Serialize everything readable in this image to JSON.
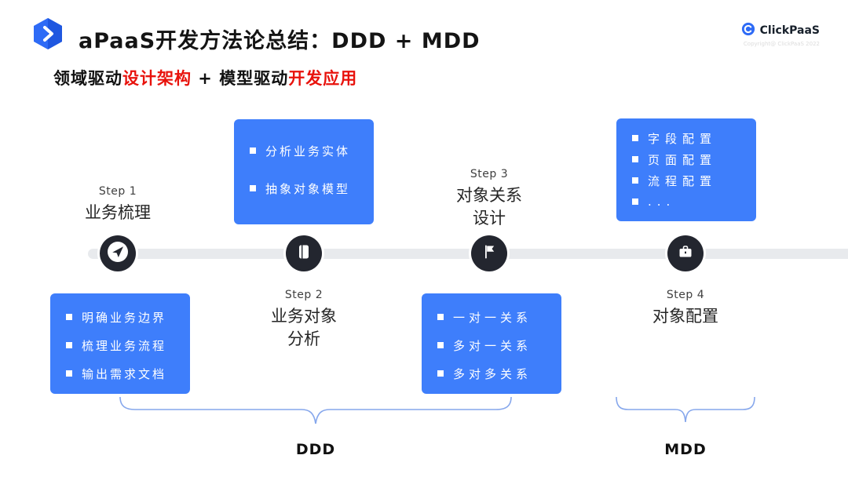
{
  "colors": {
    "accent_blue": "#3E7EFB",
    "accent_red": "#E8120C",
    "node_dark": "#23262F",
    "timeline_gray": "#E8EAED",
    "brace_blue": "#86A7EC"
  },
  "header": {
    "title": "aPaaS开发方法论总结：DDD + MDD",
    "brand": {
      "name": "ClickPaaS",
      "copyright": "Copyright@ ClickPaaS 2022"
    }
  },
  "subtitle": {
    "parts": [
      {
        "text": "领域驱动"
      },
      {
        "text": "设计架构"
      },
      {
        "text": " + 模型驱动"
      },
      {
        "text": "开发应用"
      }
    ]
  },
  "steps": [
    {
      "label": "Step 1",
      "title_lines": [
        "业务梳理"
      ],
      "icon": "paper-plane-icon",
      "callout": {
        "position": "below",
        "items": [
          "明确业务边界",
          "梳理业务流程",
          "输出需求文档"
        ]
      }
    },
    {
      "label": "Step 2",
      "title_lines": [
        "业务对象",
        "分析"
      ],
      "icon": "book-icon",
      "callout": {
        "position": "above",
        "items": [
          "分析业务实体",
          "抽象对象模型"
        ]
      }
    },
    {
      "label": "Step 3",
      "title_lines": [
        "对象关系",
        "设计"
      ],
      "icon": "flag-icon",
      "callout": {
        "position": "below",
        "items": [
          "一对一关系",
          "多对一关系",
          "多对多关系"
        ]
      }
    },
    {
      "label": "Step 4",
      "title_lines": [
        "对象配置"
      ],
      "icon": "briefcase-icon",
      "callout": {
        "position": "above",
        "items": [
          "字段配置",
          "页面配置",
          "流程配置",
          "..."
        ]
      }
    }
  ],
  "groups": [
    {
      "label": "DDD"
    },
    {
      "label": "MDD"
    }
  ]
}
